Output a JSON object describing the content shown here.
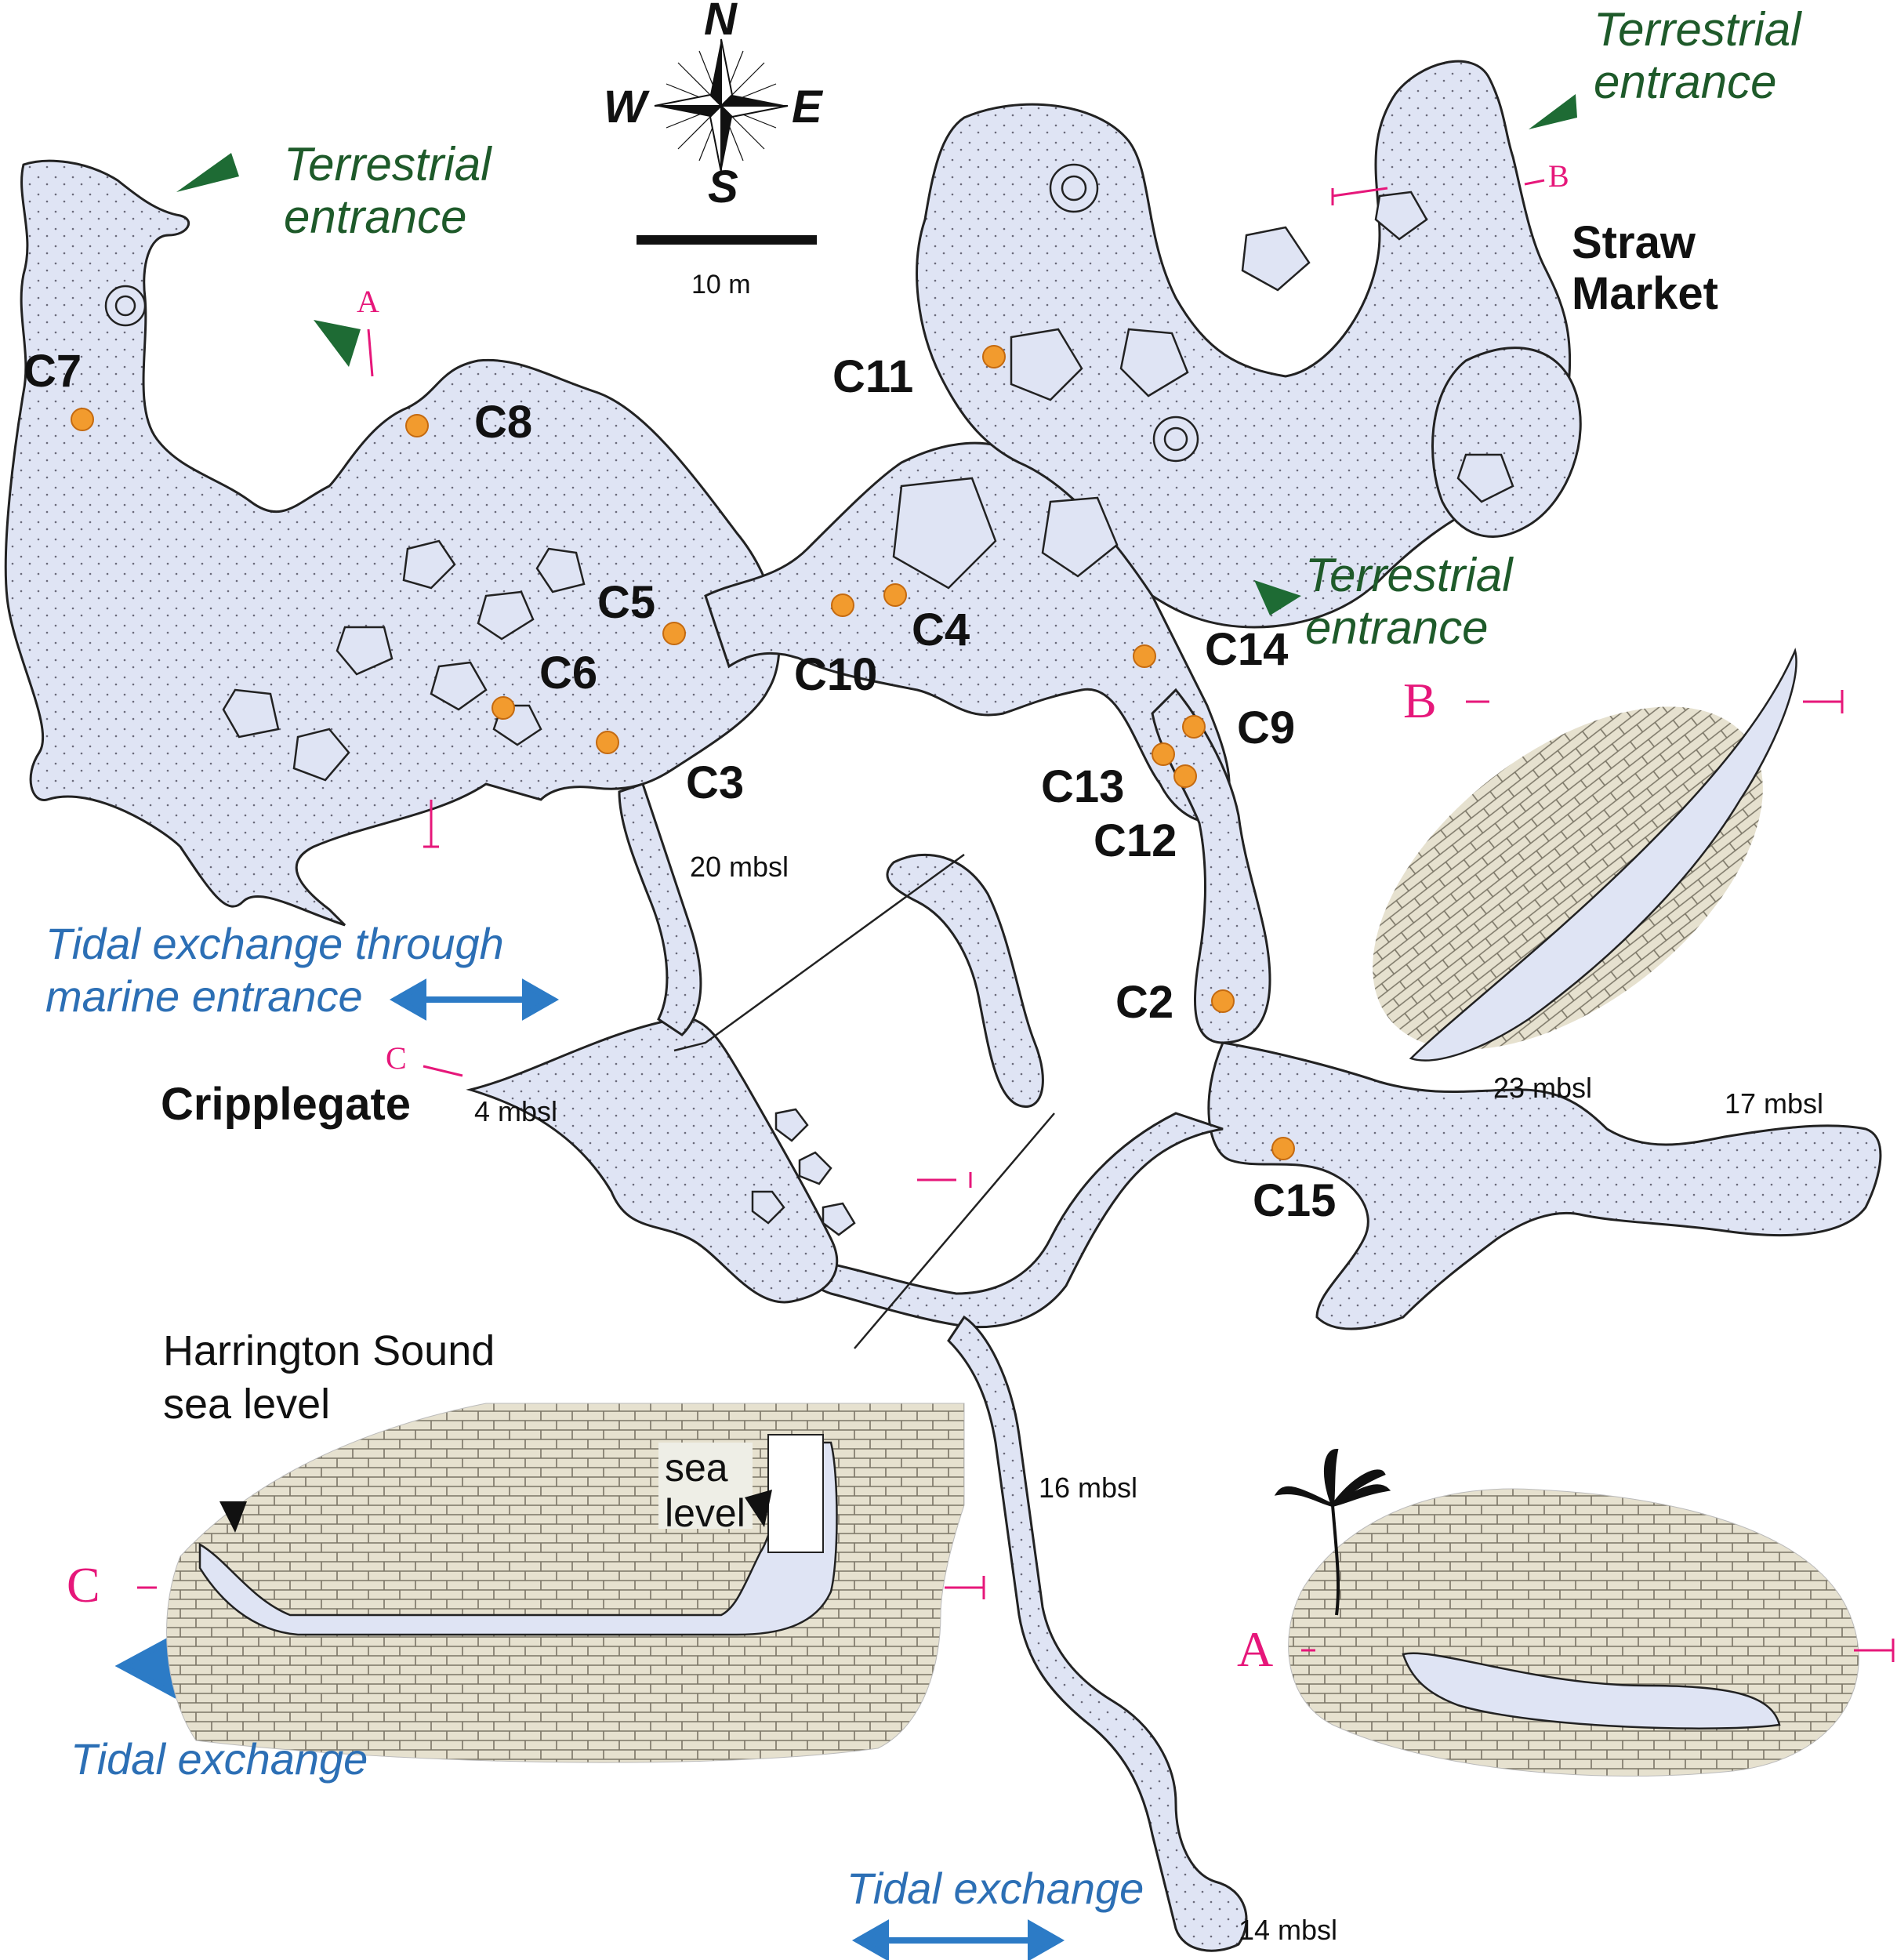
{
  "compass": {
    "north": "N",
    "south": "S",
    "east": "E",
    "west": "W"
  },
  "scale_bar": {
    "label": "10 m"
  },
  "places": {
    "straw_market": "Straw\nMarket",
    "cripplegate": "Cripplegate"
  },
  "entrances": {
    "terrestrial_1": "Terrestrial\nentrance",
    "terrestrial_2": "Terrestrial\nentrance",
    "terrestrial_3": "Terrestrial\nentrance"
  },
  "tidal": {
    "marine": "Tidal exchange through\nmarine entrance",
    "profile": "Tidal exchange",
    "bottom": "Tidal exchange"
  },
  "depths": {
    "d20": "20 mbsl",
    "d4": "4 mbsl",
    "d23": "23 mbsl",
    "d17": "17 mbsl",
    "d16": "16 mbsl",
    "d14": "14 mbsl"
  },
  "sampling_stations": [
    "C7",
    "C8",
    "C5",
    "C6",
    "C3",
    "C10",
    "C4",
    "C11",
    "C14",
    "C9",
    "C13",
    "C12",
    "C2",
    "C15"
  ],
  "sections": {
    "a_marker": "A",
    "b_marker": "B",
    "c_marker": "C",
    "a_profile": "A",
    "b_profile": "B",
    "c_profile": "C"
  },
  "profile_c": {
    "title": "Harrington Sound\nsea level",
    "sea_level": "sea\nlevel"
  },
  "colors": {
    "cave_fill": "#dfe4f4",
    "rock_fill": "#e4dfcc",
    "station_dot": "#f29b2e",
    "entrance_arrow": "#1e6b34",
    "tidal_arrow": "#2c7bc6",
    "section_line": "#e6177a"
  }
}
